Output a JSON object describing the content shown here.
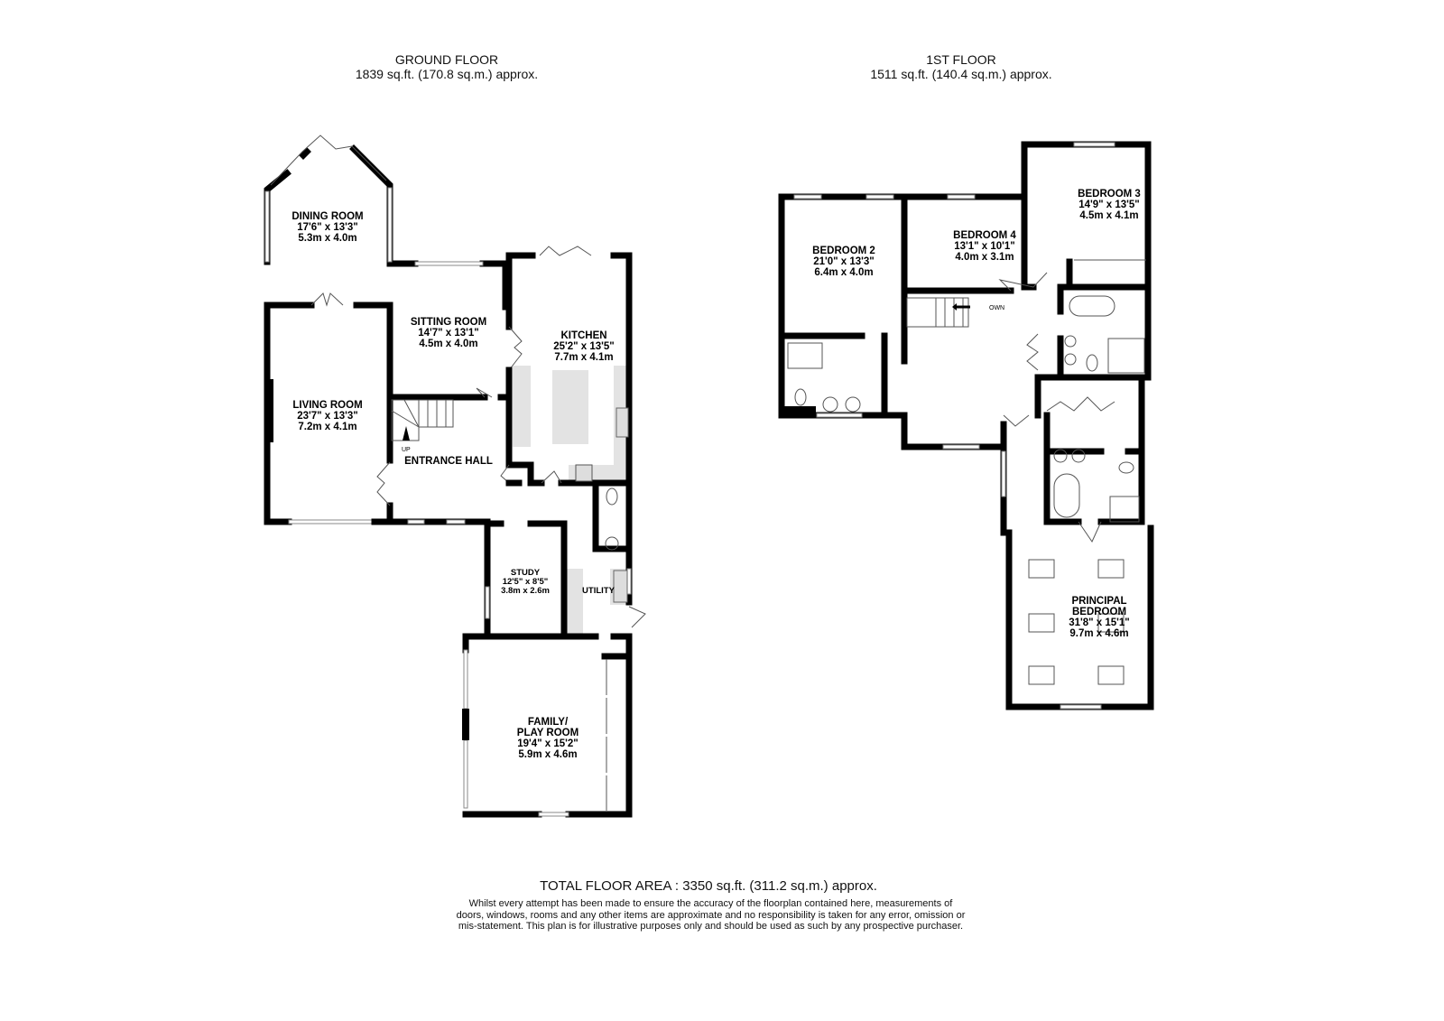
{
  "ground_floor": {
    "title": "GROUND FLOOR",
    "area": "1839 sq.ft. (170.8 sq.m.) approx."
  },
  "first_floor": {
    "title": "1ST FLOOR",
    "area": "1511 sq.ft. (140.4 sq.m.) approx."
  },
  "rooms": {
    "dining": {
      "name": "DINING ROOM",
      "imperial": "17'6\"  x 13'3\"",
      "metric": "5.3m  x 4.0m"
    },
    "sitting": {
      "name": "SITTING ROOM",
      "imperial": "14'7\"  x 13'1\"",
      "metric": "4.5m  x 4.0m"
    },
    "kitchen": {
      "name": "KITCHEN",
      "imperial": "25'2\"  x 13'5\"",
      "metric": "7.7m  x 4.1m"
    },
    "living": {
      "name": "LIVING ROOM",
      "imperial": "23'7\"  x 13'3\"",
      "metric": "7.2m  x 4.1m"
    },
    "hall": {
      "name": "ENTRANCE HALL"
    },
    "study": {
      "name": "STUDY",
      "imperial": "12'5\"  x 8'5\"",
      "metric": "3.8m  x 2.6m"
    },
    "utility": {
      "name": "UTILITY"
    },
    "family": {
      "name1": "FAMILY/",
      "name2": "PLAY ROOM",
      "imperial": "19'4\"  x 15'2\"",
      "metric": "5.9m  x 4.6m"
    },
    "bed2": {
      "name": "BEDROOM 2",
      "imperial": "21'0\"  x 13'3\"",
      "metric": "6.4m  x 4.0m"
    },
    "bed4": {
      "name": "BEDROOM 4",
      "imperial": "13'1\"  x 10'1\"",
      "metric": "4.0m  x 3.1m"
    },
    "bed3": {
      "name": "BEDROOM 3",
      "imperial": "14'9\"  x 13'5\"",
      "metric": "4.5m  x 4.1m"
    },
    "principal": {
      "name1": "PRINCIPAL",
      "name2": "BEDROOM",
      "imperial": "31'8\"  x 15'1\"",
      "metric": "9.7m  x 4.6m"
    }
  },
  "stairs": {
    "up": "UP",
    "down": "OWN"
  },
  "total": "TOTAL FLOOR AREA : 3350 sq.ft. (311.2 sq.m.) approx.",
  "disclaimer": "Whilst every attempt has been made to ensure the accuracy of the floorplan contained here, measurements of doors, windows, rooms and any other items are approximate and no responsibility is taken for any error, omission or mis-statement. This plan is for illustrative purposes only and should be used as such by any prospective purchaser."
}
